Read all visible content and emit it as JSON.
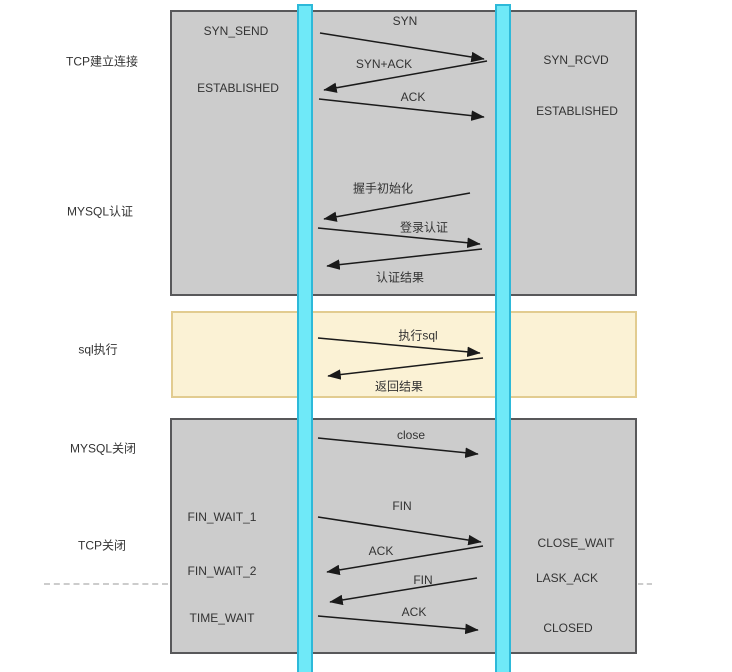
{
  "colors": {
    "box_gray_fill": "#cccccc",
    "box_gray_border": "#58585a",
    "box_yellow_fill": "#fbf2d5",
    "box_yellow_border": "#e2cc90",
    "lifeline_fill": "#6fe9f8",
    "lifeline_border": "#2db9d9",
    "arrow": "#1a1a1a",
    "text": "#333333",
    "dash": "#cccccc"
  },
  "sections": {
    "tcp_establish": "TCP建立连接",
    "mysql_auth": "MYSQL认证",
    "sql_exec": "sql执行",
    "mysql_close": "MYSQL关闭",
    "tcp_close": "TCP关闭"
  },
  "states": {
    "syn_send": "SYN_SEND",
    "established_left": "ESTABLISHED",
    "syn_rcvd": "SYN_RCVD",
    "established_right": "ESTABLISHED",
    "fin_wait_1": "FIN_WAIT_1",
    "fin_wait_2": "FIN_WAIT_2",
    "time_wait": "TIME_WAIT",
    "close_wait": "CLOSE_WAIT",
    "lask_ack": "LASK_ACK",
    "closed": "CLOSED"
  },
  "messages": {
    "syn": "SYN",
    "syn_ack": "SYN+ACK",
    "ack1": "ACK",
    "handshake_init": "握手初始化",
    "login_auth": "登录认证",
    "auth_result": "认证结果",
    "exec_sql": "执行sql",
    "return_result": "返回结果",
    "close": "close",
    "fin1": "FIN",
    "ack2": "ACK",
    "fin2": "FIN",
    "ack3": "ACK"
  }
}
